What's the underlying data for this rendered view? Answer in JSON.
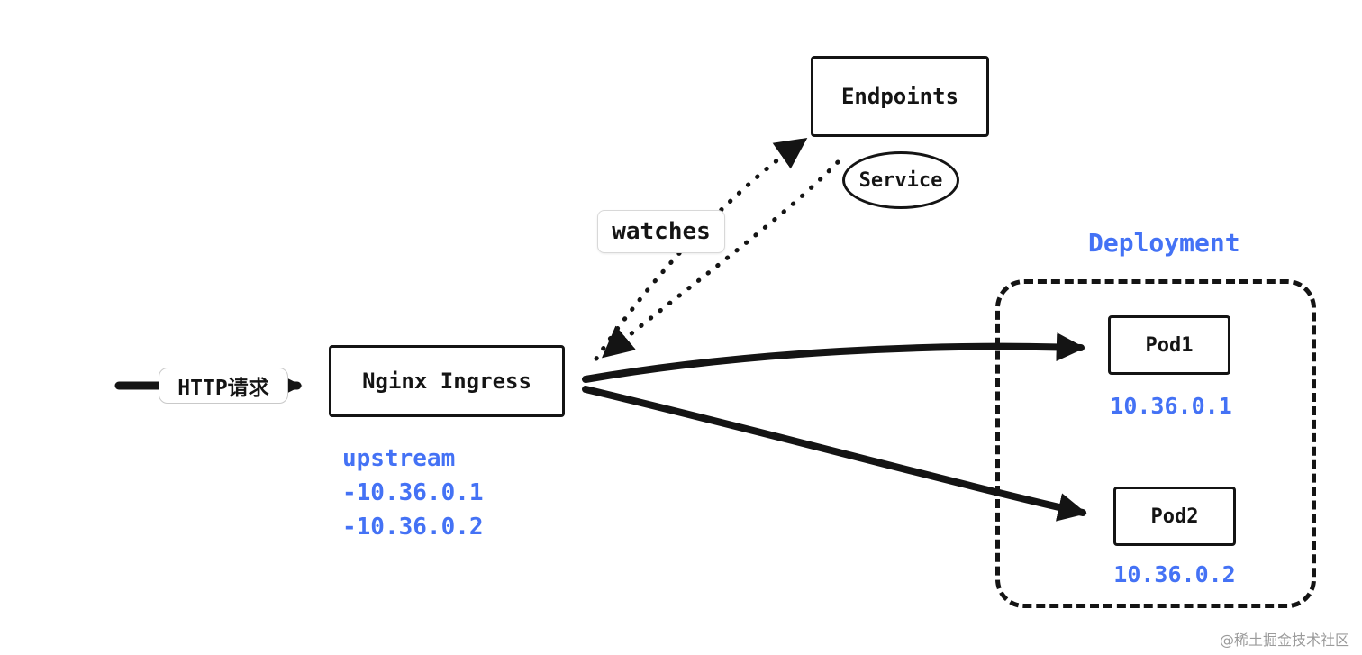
{
  "diagram": {
    "nodes": {
      "endpoints": {
        "label": "Endpoints"
      },
      "service": {
        "label": "Service"
      },
      "nginx_ingress": {
        "label": "Nginx Ingress"
      },
      "pod1": {
        "label": "Pod1",
        "ip": "10.36.0.1"
      },
      "pod2": {
        "label": "Pod2",
        "ip": "10.36.0.2"
      }
    },
    "labels": {
      "watches": "watches",
      "http_request": "HTTP请求",
      "deployment": "Deployment"
    },
    "upstream": {
      "title": "upstream",
      "entries": [
        "-10.36.0.1",
        "-10.36.0.2"
      ]
    },
    "edges": [
      {
        "from": "http_request",
        "to": "nginx_ingress",
        "style": "solid"
      },
      {
        "from": "nginx_ingress",
        "to": "endpoints",
        "style": "dotted",
        "label": "watches"
      },
      {
        "from": "service",
        "to": "nginx_ingress",
        "style": "dotted"
      },
      {
        "from": "nginx_ingress",
        "to": "pod1",
        "style": "solid"
      },
      {
        "from": "nginx_ingress",
        "to": "pod2",
        "style": "solid"
      }
    ],
    "colors": {
      "accent_blue": "#4472f5",
      "stroke": "#141414"
    },
    "watermark": "@稀土掘金技术社区"
  }
}
